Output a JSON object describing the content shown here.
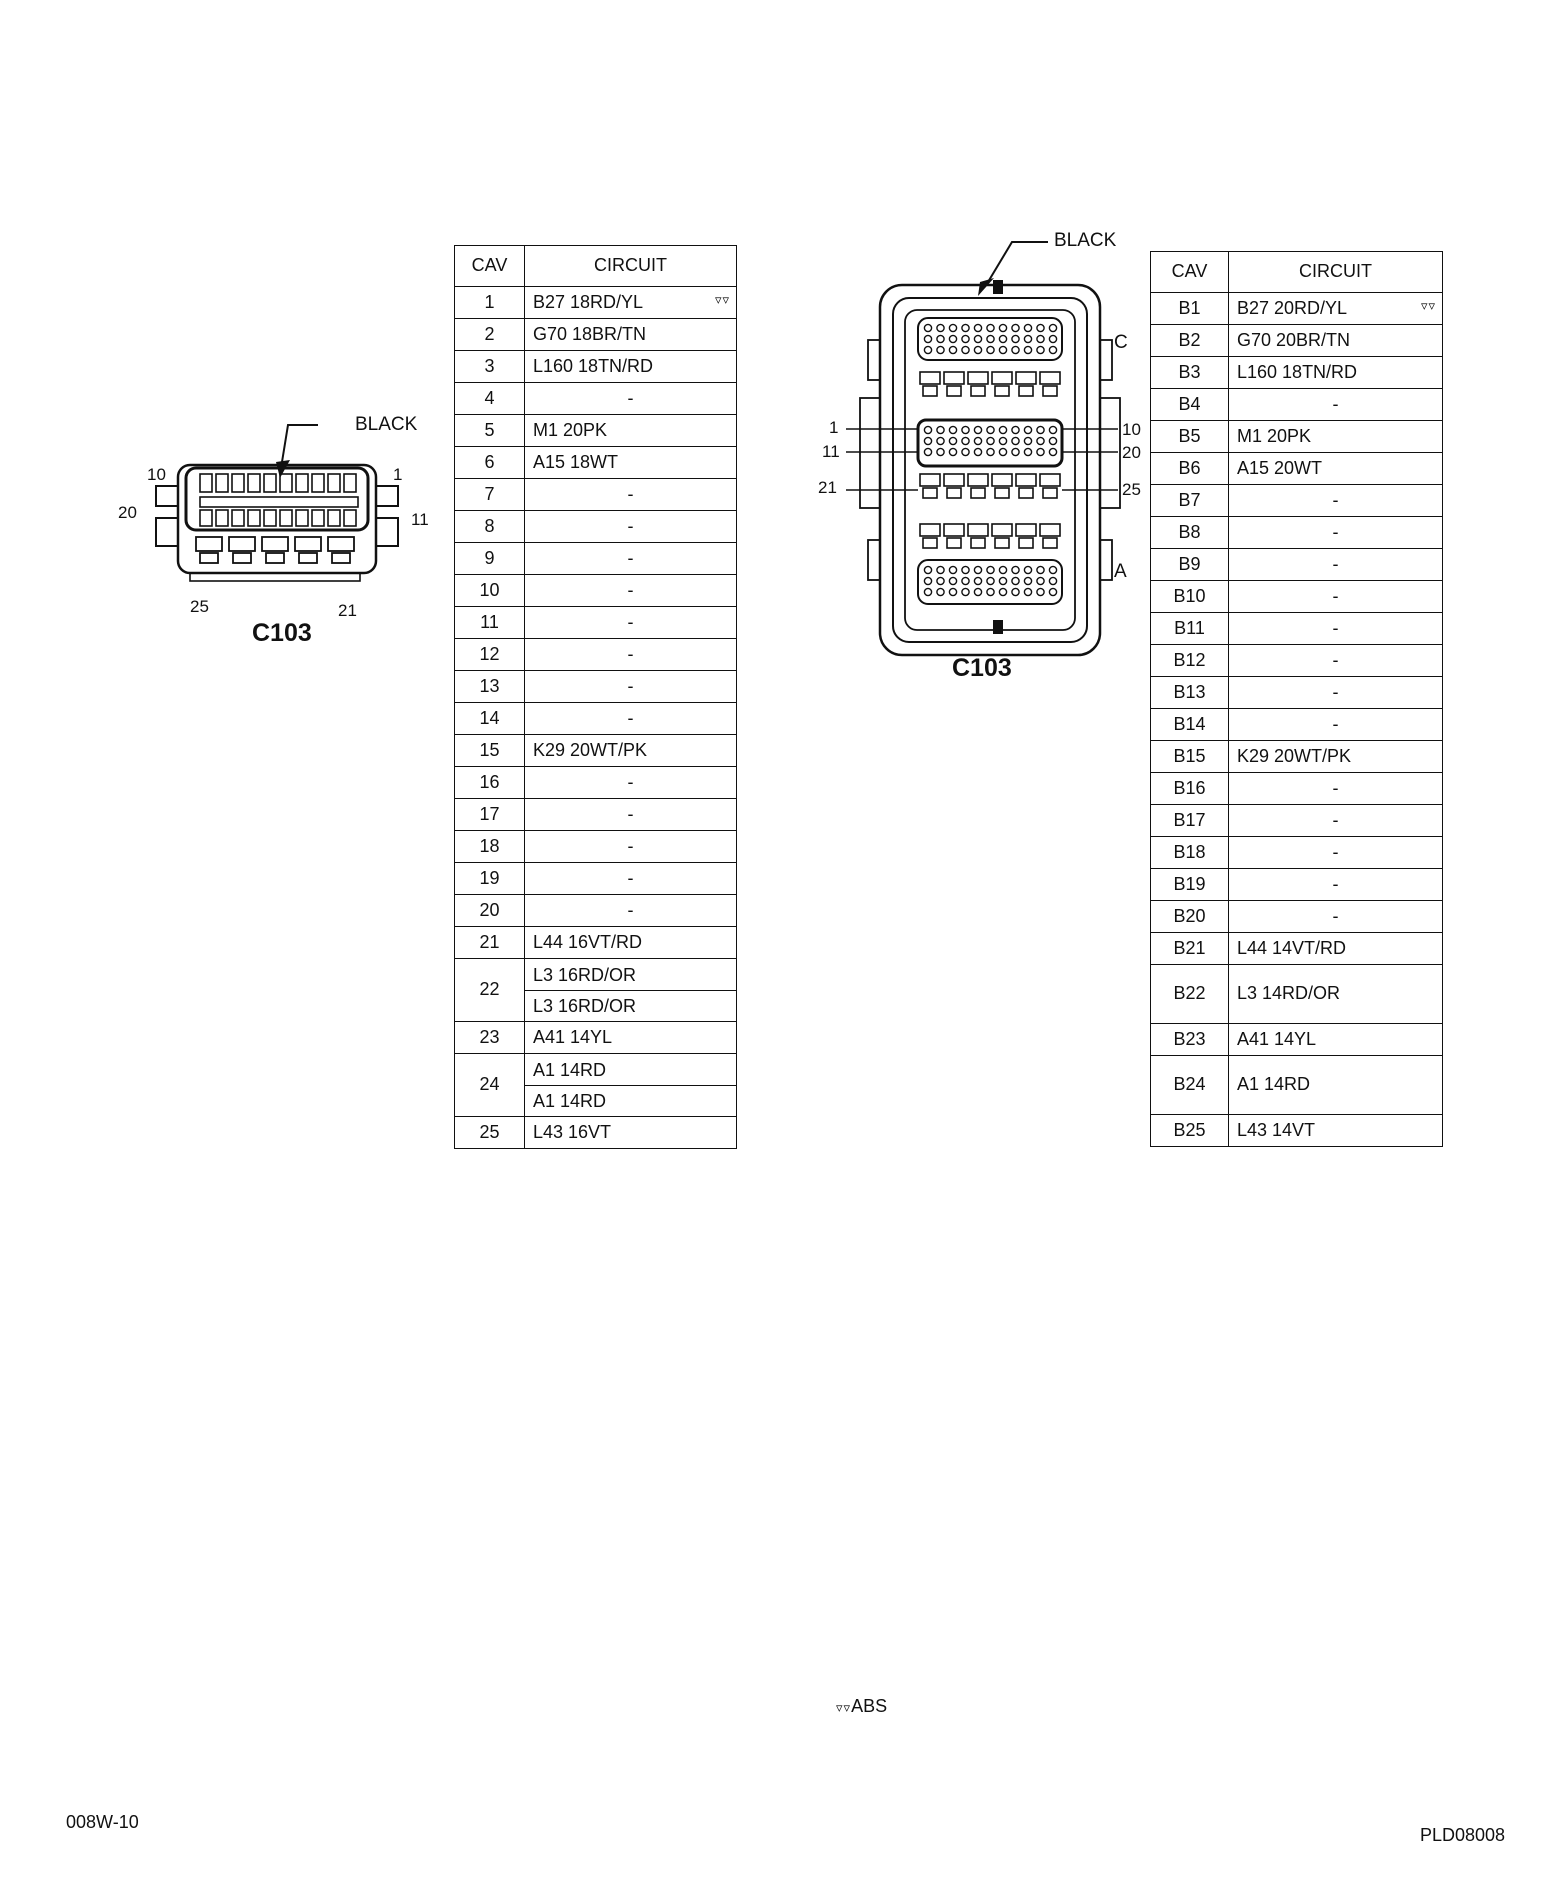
{
  "left_connector": {
    "name": "C103",
    "color_label": "BLACK",
    "pin_labels": {
      "top_left": "10",
      "top_right": "1",
      "mid_left": "20",
      "mid_right": "11",
      "bottom_left": "25",
      "bottom_right": "21"
    }
  },
  "right_connector": {
    "name": "C103",
    "color_label": "BLACK",
    "section_labels": {
      "c": "C",
      "a": "A"
    },
    "pin_labels": {
      "l1": "1",
      "l11": "11",
      "l21": "21",
      "r10": "10",
      "r20": "20",
      "r25": "25"
    }
  },
  "left_table": {
    "headers": {
      "cav": "CAV",
      "circuit": "CIRCUIT"
    },
    "rows": [
      {
        "cav": "1",
        "circuits": [
          "B27 18RD/YL"
        ],
        "marker": "▿▿"
      },
      {
        "cav": "2",
        "circuits": [
          "G70 18BR/TN"
        ]
      },
      {
        "cav": "3",
        "circuits": [
          "L160 18TN/RD"
        ]
      },
      {
        "cav": "4",
        "circuits": [
          "-"
        ]
      },
      {
        "cav": "5",
        "circuits": [
          "M1 20PK"
        ]
      },
      {
        "cav": "6",
        "circuits": [
          "A15 18WT"
        ]
      },
      {
        "cav": "7",
        "circuits": [
          "-"
        ]
      },
      {
        "cav": "8",
        "circuits": [
          "-"
        ]
      },
      {
        "cav": "9",
        "circuits": [
          "-"
        ]
      },
      {
        "cav": "10",
        "circuits": [
          "-"
        ]
      },
      {
        "cav": "11",
        "circuits": [
          "-"
        ]
      },
      {
        "cav": "12",
        "circuits": [
          "-"
        ]
      },
      {
        "cav": "13",
        "circuits": [
          "-"
        ]
      },
      {
        "cav": "14",
        "circuits": [
          "-"
        ]
      },
      {
        "cav": "15",
        "circuits": [
          "K29 20WT/PK"
        ]
      },
      {
        "cav": "16",
        "circuits": [
          "-"
        ]
      },
      {
        "cav": "17",
        "circuits": [
          "-"
        ]
      },
      {
        "cav": "18",
        "circuits": [
          "-"
        ]
      },
      {
        "cav": "19",
        "circuits": [
          "-"
        ]
      },
      {
        "cav": "20",
        "circuits": [
          "-"
        ]
      },
      {
        "cav": "21",
        "circuits": [
          "L44 16VT/RD"
        ]
      },
      {
        "cav": "22",
        "circuits": [
          "L3 16RD/OR",
          "L3 16RD/OR"
        ]
      },
      {
        "cav": "23",
        "circuits": [
          "A41 14YL"
        ]
      },
      {
        "cav": "24",
        "circuits": [
          "A1 14RD",
          "A1 14RD"
        ]
      },
      {
        "cav": "25",
        "circuits": [
          "L43 16VT"
        ]
      }
    ]
  },
  "right_table": {
    "headers": {
      "cav": "CAV",
      "circuit": "CIRCUIT"
    },
    "rows": [
      {
        "cav": "B1",
        "circuits": [
          "B27 20RD/YL"
        ],
        "marker": "▿▿"
      },
      {
        "cav": "B2",
        "circuits": [
          "G70 20BR/TN"
        ]
      },
      {
        "cav": "B3",
        "circuits": [
          "L160 18TN/RD"
        ]
      },
      {
        "cav": "B4",
        "circuits": [
          "-"
        ]
      },
      {
        "cav": "B5",
        "circuits": [
          "M1 20PK"
        ]
      },
      {
        "cav": "B6",
        "circuits": [
          "A15 20WT"
        ]
      },
      {
        "cav": "B7",
        "circuits": [
          "-"
        ]
      },
      {
        "cav": "B8",
        "circuits": [
          "-"
        ]
      },
      {
        "cav": "B9",
        "circuits": [
          "-"
        ]
      },
      {
        "cav": "B10",
        "circuits": [
          "-"
        ]
      },
      {
        "cav": "B11",
        "circuits": [
          "-"
        ]
      },
      {
        "cav": "B12",
        "circuits": [
          "-"
        ]
      },
      {
        "cav": "B13",
        "circuits": [
          "-"
        ]
      },
      {
        "cav": "B14",
        "circuits": [
          "-"
        ]
      },
      {
        "cav": "B15",
        "circuits": [
          "K29 20WT/PK"
        ]
      },
      {
        "cav": "B16",
        "circuits": [
          "-"
        ]
      },
      {
        "cav": "B17",
        "circuits": [
          "-"
        ]
      },
      {
        "cav": "B18",
        "circuits": [
          "-"
        ]
      },
      {
        "cav": "B19",
        "circuits": [
          "-"
        ]
      },
      {
        "cav": "B20",
        "circuits": [
          "-"
        ]
      },
      {
        "cav": "B21",
        "circuits": [
          "L44 14VT/RD"
        ]
      },
      {
        "cav": "B22",
        "circuits": [
          "L3 14RD/OR"
        ],
        "tall": true
      },
      {
        "cav": "B23",
        "circuits": [
          "A41 14YL"
        ]
      },
      {
        "cav": "B24",
        "circuits": [
          "A1 14RD"
        ],
        "tall": true
      },
      {
        "cav": "B25",
        "circuits": [
          "L43 14VT"
        ]
      }
    ]
  },
  "legend": {
    "marker": "▿▿",
    "text": "ABS"
  },
  "footer": {
    "left": "008W-10",
    "right": "PLD08008"
  }
}
